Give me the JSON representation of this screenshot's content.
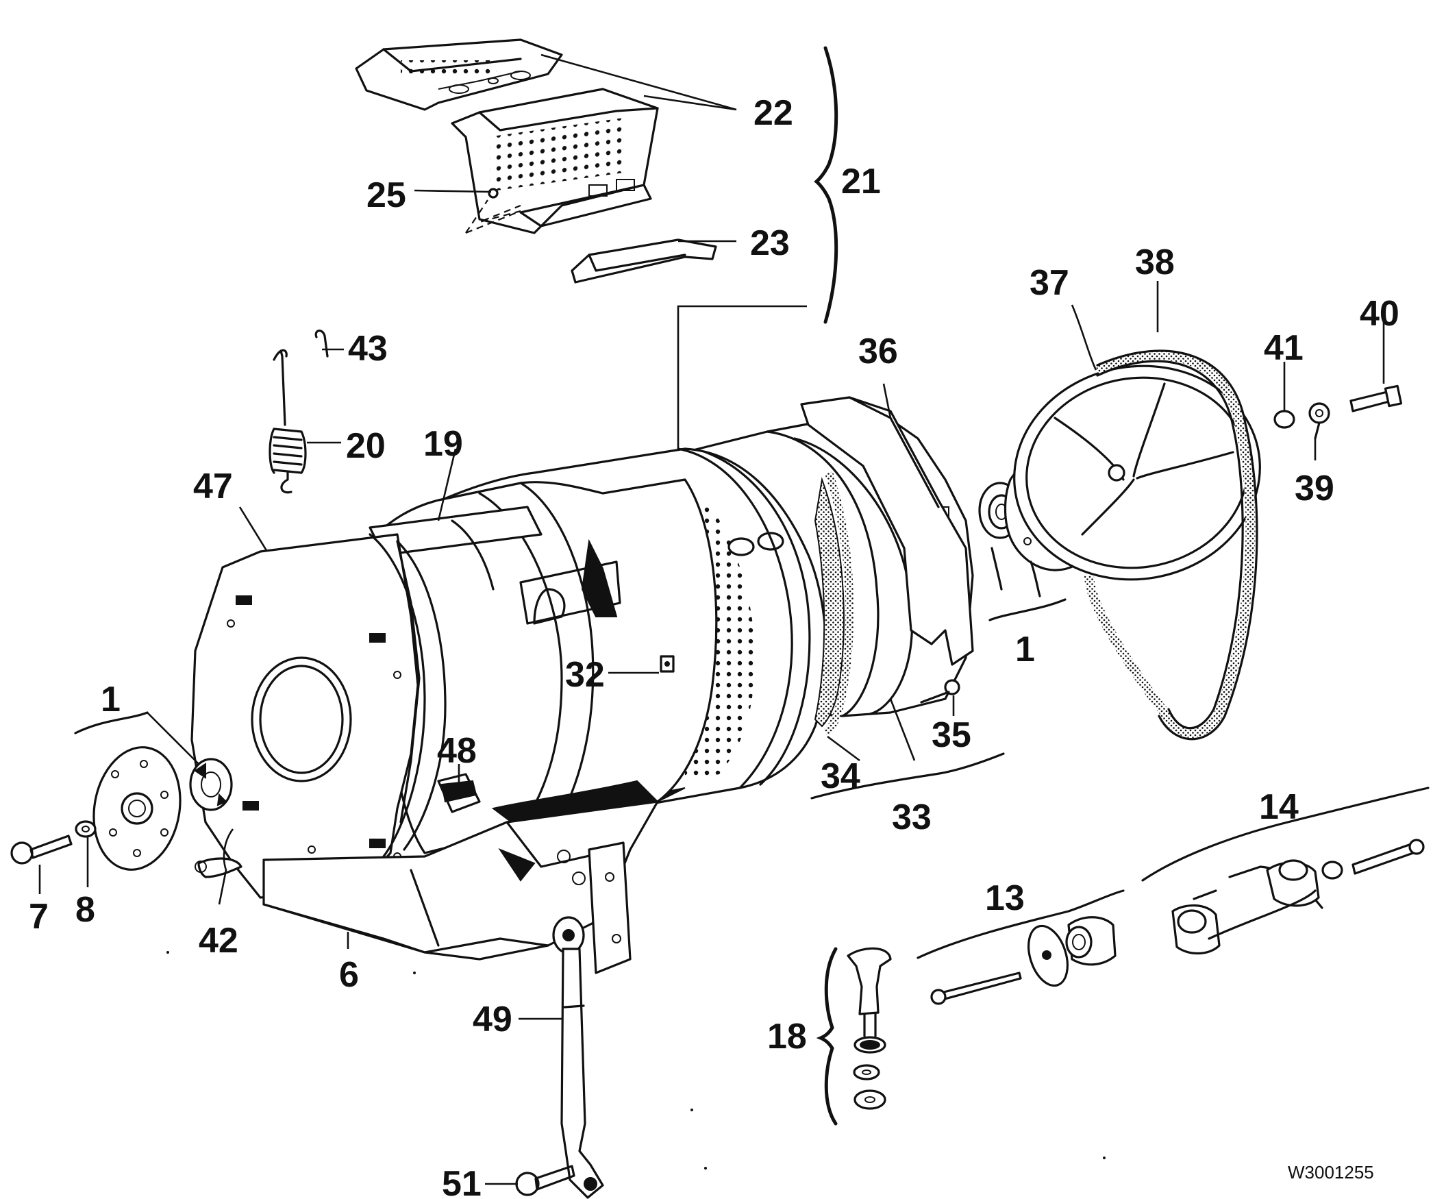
{
  "diagram": {
    "drawing_code": "W3001255",
    "part_labels": {
      "p1_left": "1",
      "p1_right": "1",
      "p6": "6",
      "p7": "7",
      "p8": "8",
      "p13": "13",
      "p14": "14",
      "p18": "18",
      "p19": "19",
      "p20": "20",
      "p21": "21",
      "p22": "22",
      "p23": "23",
      "p25": "25",
      "p32": "32",
      "p33": "33",
      "p34": "34",
      "p35": "35",
      "p36": "36",
      "p37": "37",
      "p38": "38",
      "p39": "39",
      "p40": "40",
      "p41": "41",
      "p42": "42",
      "p43": "43",
      "p47": "47",
      "p48": "48",
      "p49": "49",
      "p51": "51"
    }
  }
}
